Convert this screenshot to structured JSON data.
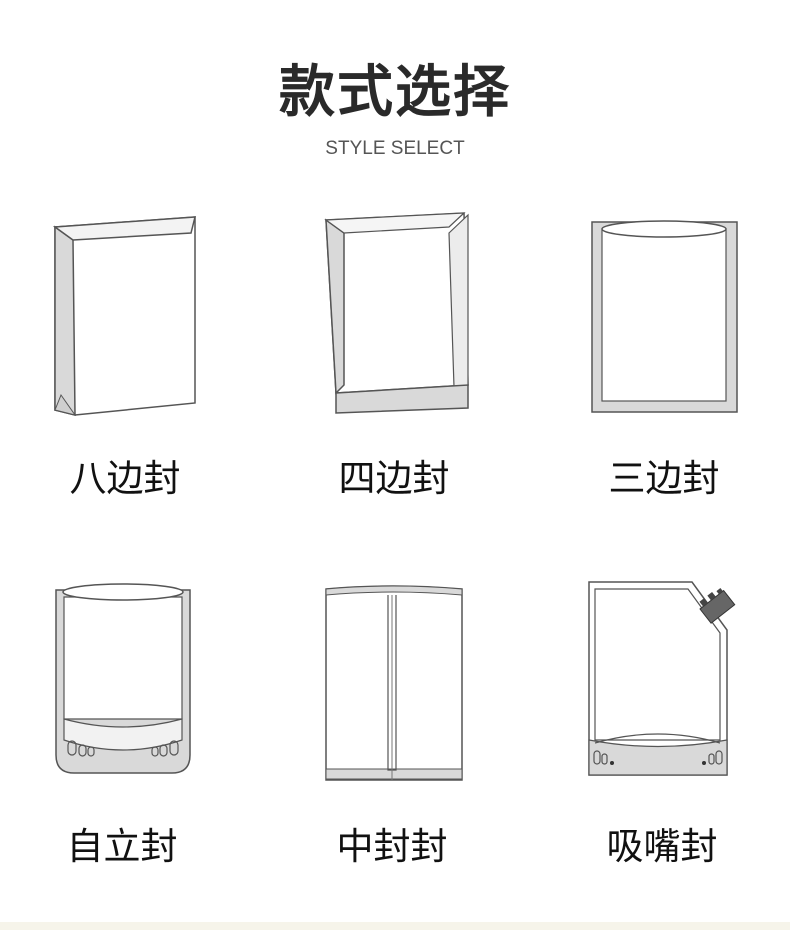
{
  "header": {
    "title": "款式选择",
    "subtitle": "STYLE SELECT"
  },
  "styles": [
    {
      "label": "八边封",
      "icon": "eight-side-seal-bag-icon"
    },
    {
      "label": "四边封",
      "icon": "four-side-seal-bag-icon"
    },
    {
      "label": "三边封",
      "icon": "three-side-seal-bag-icon"
    },
    {
      "label": "自立封",
      "icon": "stand-up-pouch-icon"
    },
    {
      "label": "中封封",
      "icon": "center-seal-bag-icon"
    },
    {
      "label": "吸嘴封",
      "icon": "spout-pouch-icon"
    }
  ],
  "colors": {
    "outline": "#555555",
    "seal_fill": "#d9d9d9",
    "text": "#111111"
  }
}
